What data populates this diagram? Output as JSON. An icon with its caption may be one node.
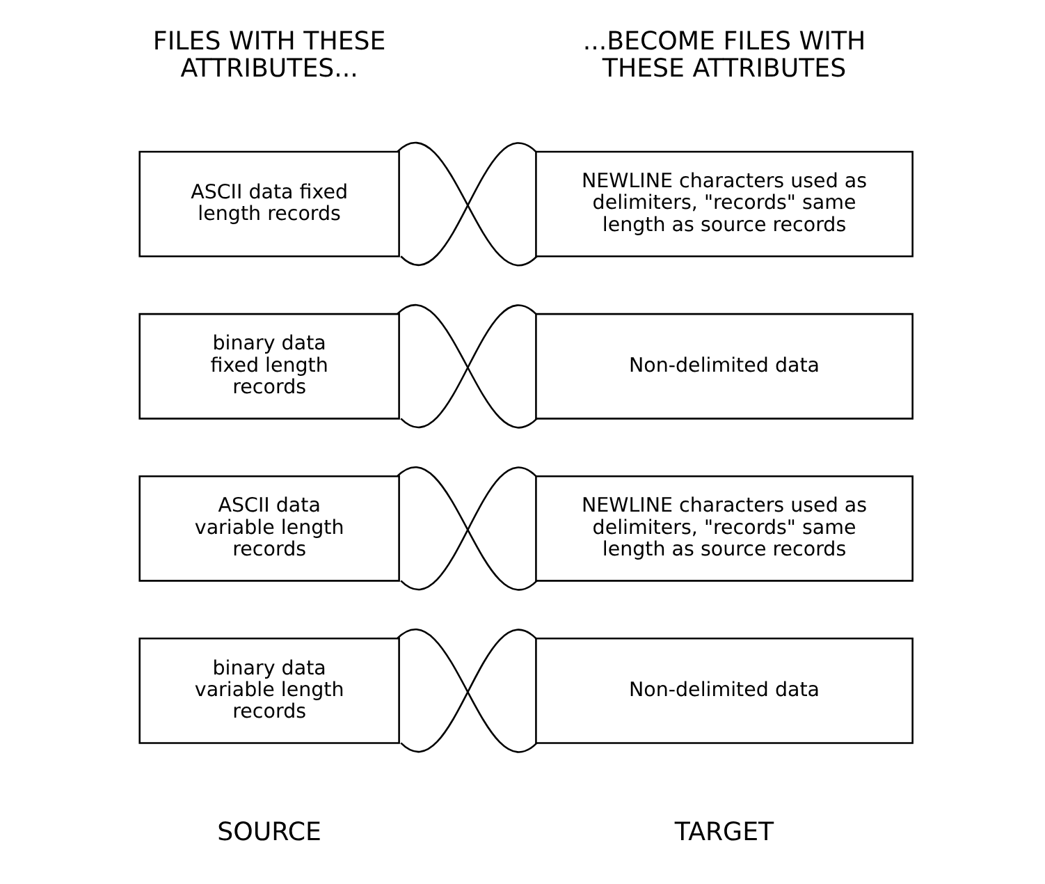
{
  "diagram": {
    "nodes": [
      {
        "text": [
          "ASCII data fixed length records"
        ]
      },
      {
        "text": [
          "NEWLINE characters used as delimiters, \"records\" same length as source records"
        ]
      },
      {
        "text": [
          "binary data fixed length records"
        ]
      },
      {
        "text": [
          "Non-delimited data"
        ]
      },
      {
        "text": [
          "ASCII data variable length records"
        ]
      },
      {
        "text": [
          "NEWLINE characters used as delimiters, \"records\" same length as source records"
        ]
      },
      {
        "text": [
          "binary data variable length records"
        ]
      },
      {
        "text": [
          "Non-delimited data"
        ]
      }
    ],
    "edges": [
      {
        "from": 0,
        "to": 1,
        "arrow": "none"
      },
      {
        "from": 0,
        "to": 1,
        "arrow": "none"
      },
      {
        "from": 2,
        "to": 3,
        "arrow": "none"
      },
      {
        "from": 2,
        "to": 3,
        "arrow": "none"
      },
      {
        "from": 4,
        "to": 5,
        "arrow": "none"
      },
      {
        "from": 4,
        "to": 5,
        "arrow": "none"
      },
      {
        "from": 6,
        "to": 7,
        "arrow": "none"
      },
      {
        "from": 6,
        "to": 7,
        "arrow": "none"
      }
    ],
    "labels": [
      "FILES WITH THESE ATTRIBUTES...",
      "...BECOME FILES WITH THESE ATTRIBUTES",
      "SOURCE",
      "TARGET"
    ]
  }
}
